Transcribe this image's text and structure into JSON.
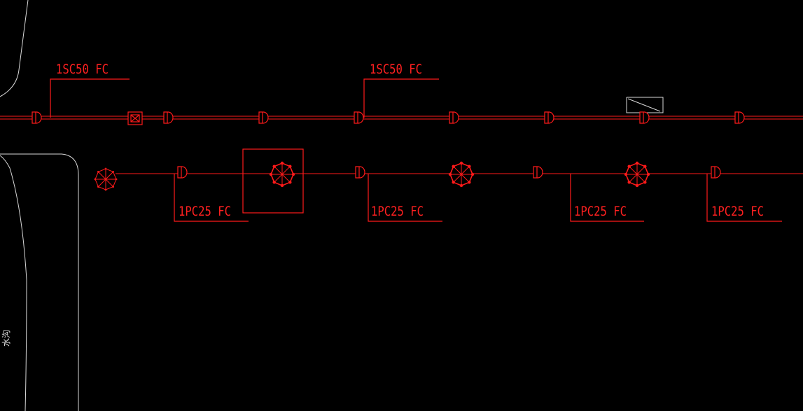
{
  "colors": {
    "background": "#000000",
    "drawing": "#ff1a1a",
    "outline": "#d8d8d8"
  },
  "labels": {
    "top_1": "1SC50 FC",
    "top_2": "1SC50 FC",
    "bottom_1": "1PC25 FC",
    "bottom_2": "1PC25 FC",
    "bottom_3": "1PC25 FC",
    "bottom_4": "1PC25 FC",
    "side_text": "水沟"
  },
  "symbols": {
    "junction_box": "junction-box-icon",
    "light": "ceiling-light-icon",
    "switch": "socket-icon"
  }
}
